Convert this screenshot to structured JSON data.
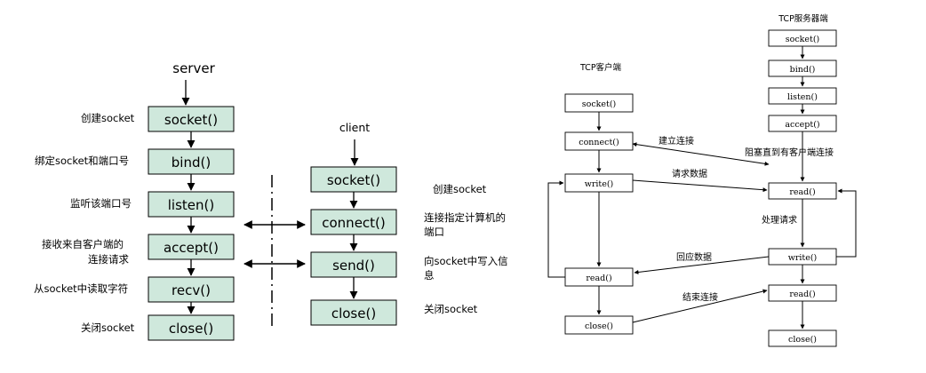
{
  "left_diagram": {
    "server_title": "server",
    "client_title": "client",
    "server_steps": [
      {
        "call": "socket()",
        "annotation": "创建socket"
      },
      {
        "call": "bind()",
        "annotation": "绑定socket和端口号"
      },
      {
        "call": "listen()",
        "annotation": "监听该端口号"
      },
      {
        "call": "accept()",
        "annotation_lines": [
          "接收来自客户端的",
          "连接请求"
        ]
      },
      {
        "call": "recv()",
        "annotation": "从socket中读取字符"
      },
      {
        "call": "close()",
        "annotation": "关闭socket"
      }
    ],
    "client_steps": [
      {
        "call": "socket()",
        "annotation": "创建socket"
      },
      {
        "call": "connect()",
        "annotation_lines": [
          "连接指定计算机的",
          "端口"
        ]
      },
      {
        "call": "send()",
        "annotation_lines": [
          "向socket中写入信",
          "息"
        ]
      },
      {
        "call": "close()",
        "annotation": "关闭socket"
      }
    ]
  },
  "right_diagram": {
    "server_title": "TCP服务器端",
    "client_title": "TCP客户端",
    "server_calls": [
      "socket()",
      "bind()",
      "listen()",
      "accept()",
      "read()",
      "write()",
      "read()",
      "close()"
    ],
    "client_calls": [
      "socket()",
      "connect()",
      "write()",
      "read()",
      "close()"
    ],
    "messages": {
      "establish": "建立连接",
      "block": "阻塞直到有客户端连接",
      "request": "请求数据",
      "process": "处理请求",
      "reply": "回应数据",
      "end": "结束连接"
    }
  },
  "colors": {
    "left_box_fill": "#cfe8dc",
    "right_box_fill": "#ffffff",
    "line": "#000000"
  }
}
